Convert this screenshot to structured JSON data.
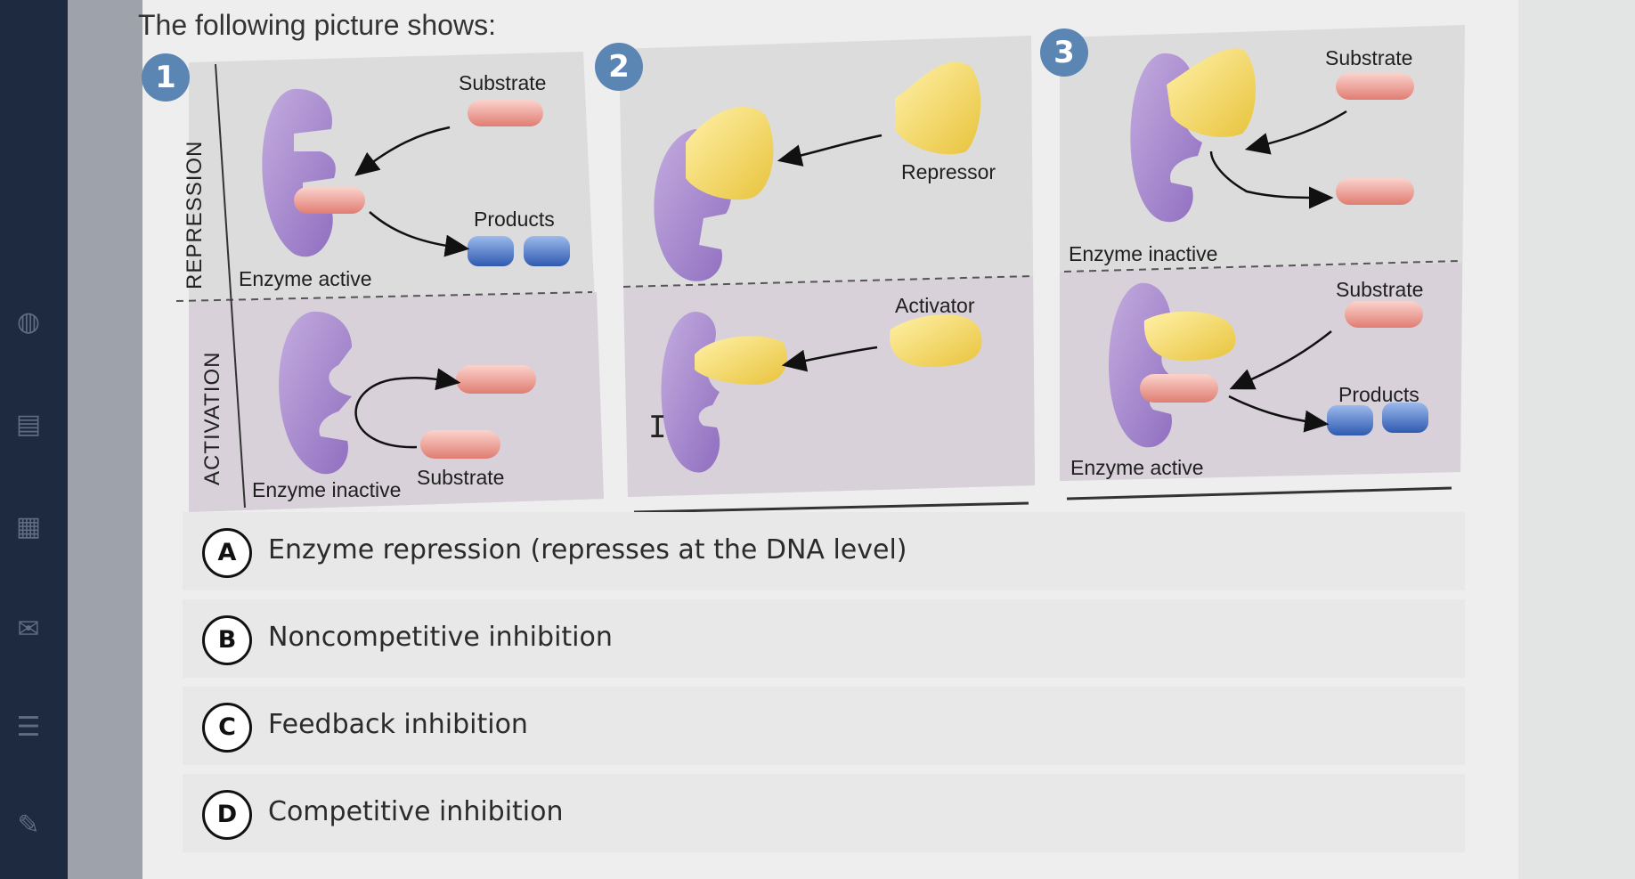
{
  "question": {
    "title": "The following picture shows:"
  },
  "panel1": {
    "number": "1",
    "repression_label": "REPRESSION",
    "activation_label": "ACTIVATION",
    "substrate_top": "Substrate",
    "products_top": "Products",
    "enzyme_active": "Enzyme active",
    "enzyme_inactive": "Enzyme inactive",
    "substrate_bottom": "Substrate"
  },
  "panel2": {
    "number": "2",
    "repressor": "Repressor",
    "activator": "Activator"
  },
  "panel3": {
    "number": "3",
    "substrate_top": "Substrate",
    "enzyme_inactive": "Enzyme inactive",
    "substrate_bottom": "Substrate",
    "products": "Products",
    "enzyme_active": "Enzyme active"
  },
  "options": [
    {
      "letter": "A",
      "text": "Enzyme repression (represses at the DNA level)"
    },
    {
      "letter": "B",
      "text": "Noncompetitive inhibition"
    },
    {
      "letter": "C",
      "text": "Feedback inhibition"
    },
    {
      "letter": "D",
      "text": "Competitive inhibition"
    }
  ],
  "colors": {
    "enzyme": "#a889cf",
    "substrate": "#ec8f86",
    "product": "#4f78c4",
    "effector": "#f2d45a",
    "badge": "#5b86b3"
  },
  "icons": [
    "sidebar-globe-icon",
    "sidebar-document-icon",
    "sidebar-calendar-icon",
    "sidebar-mail-icon",
    "sidebar-notes-icon",
    "sidebar-tools-icon",
    "text-cursor-icon"
  ]
}
